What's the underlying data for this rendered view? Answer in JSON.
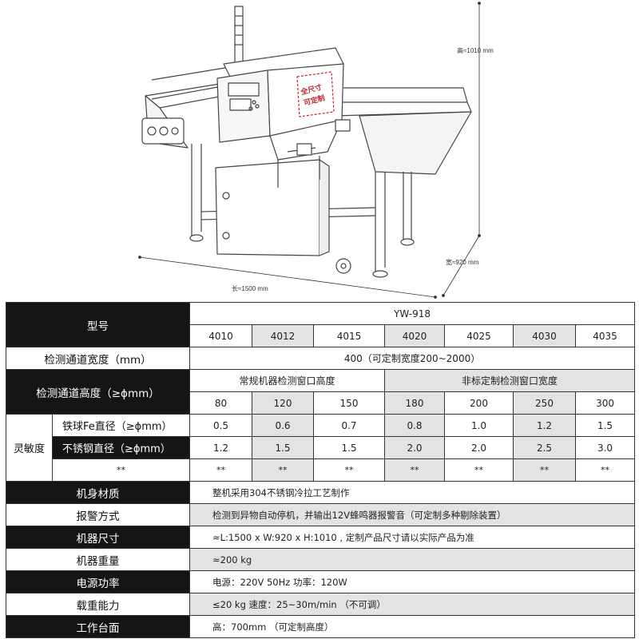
{
  "diagram": {
    "height_label": "高≈1010 mm",
    "width_label": "宽≈920 mm",
    "length_label": "长≈1500 mm",
    "stamp_line1": "全尺寸",
    "stamp_line2": "可定制"
  },
  "table": {
    "model_label": "型号",
    "model_name": "YW-918",
    "models": [
      "4010",
      "4012",
      "4015",
      "4020",
      "4025",
      "4030",
      "4035"
    ],
    "channel_width_label": "检测通道宽度（mm）",
    "channel_width_value": "400（可定制宽度200~2000）",
    "channel_height_label": "检测通道高度（≥ϕmm）",
    "standard_window_label": "常规机器检测窗口高度",
    "custom_window_label": "非标定制检测窗口宽度",
    "heights": [
      "80",
      "120",
      "150",
      "180",
      "200",
      "250",
      "300"
    ],
    "sensitivity_label": "灵敏度",
    "fe_label": "铁球Fe直径（≥ϕmm）",
    "fe_values": [
      "0.5",
      "0.6",
      "0.7",
      "0.8",
      "1.0",
      "1.2",
      "1.5"
    ],
    "ss_label": "不锈钢直径（≥ϕmm）",
    "ss_values": [
      "1.2",
      "1.5",
      "1.5",
      "2.0",
      "2.0",
      "2.5",
      "3.0"
    ],
    "extra_label": "**",
    "extra_values": [
      "**",
      "**",
      "**",
      "**",
      "**",
      "**",
      "**"
    ],
    "rows": [
      {
        "label": "机身材质",
        "value": "整机采用304不锈钢冷拉工艺制作"
      },
      {
        "label": "报警方式",
        "value": "检测到异物自动停机，并输出12V蜂鸣器报警音（可定制多种剔除装置）"
      },
      {
        "label": "机器尺寸",
        "value": "≈L:1500 x W:920 x H:1010 , 定制产品尺寸请以实际产品为准"
      },
      {
        "label": "机器重量",
        "value": "≈200 kg"
      },
      {
        "label": "电源功率",
        "value": "电源：220V  50Hz      功率：120W"
      },
      {
        "label": "载重能力",
        "value": "≤20 kg   速度：25~30m/min （不可调）"
      },
      {
        "label": "工作台面",
        "value": "高：700mm （可定制高度）"
      }
    ]
  }
}
